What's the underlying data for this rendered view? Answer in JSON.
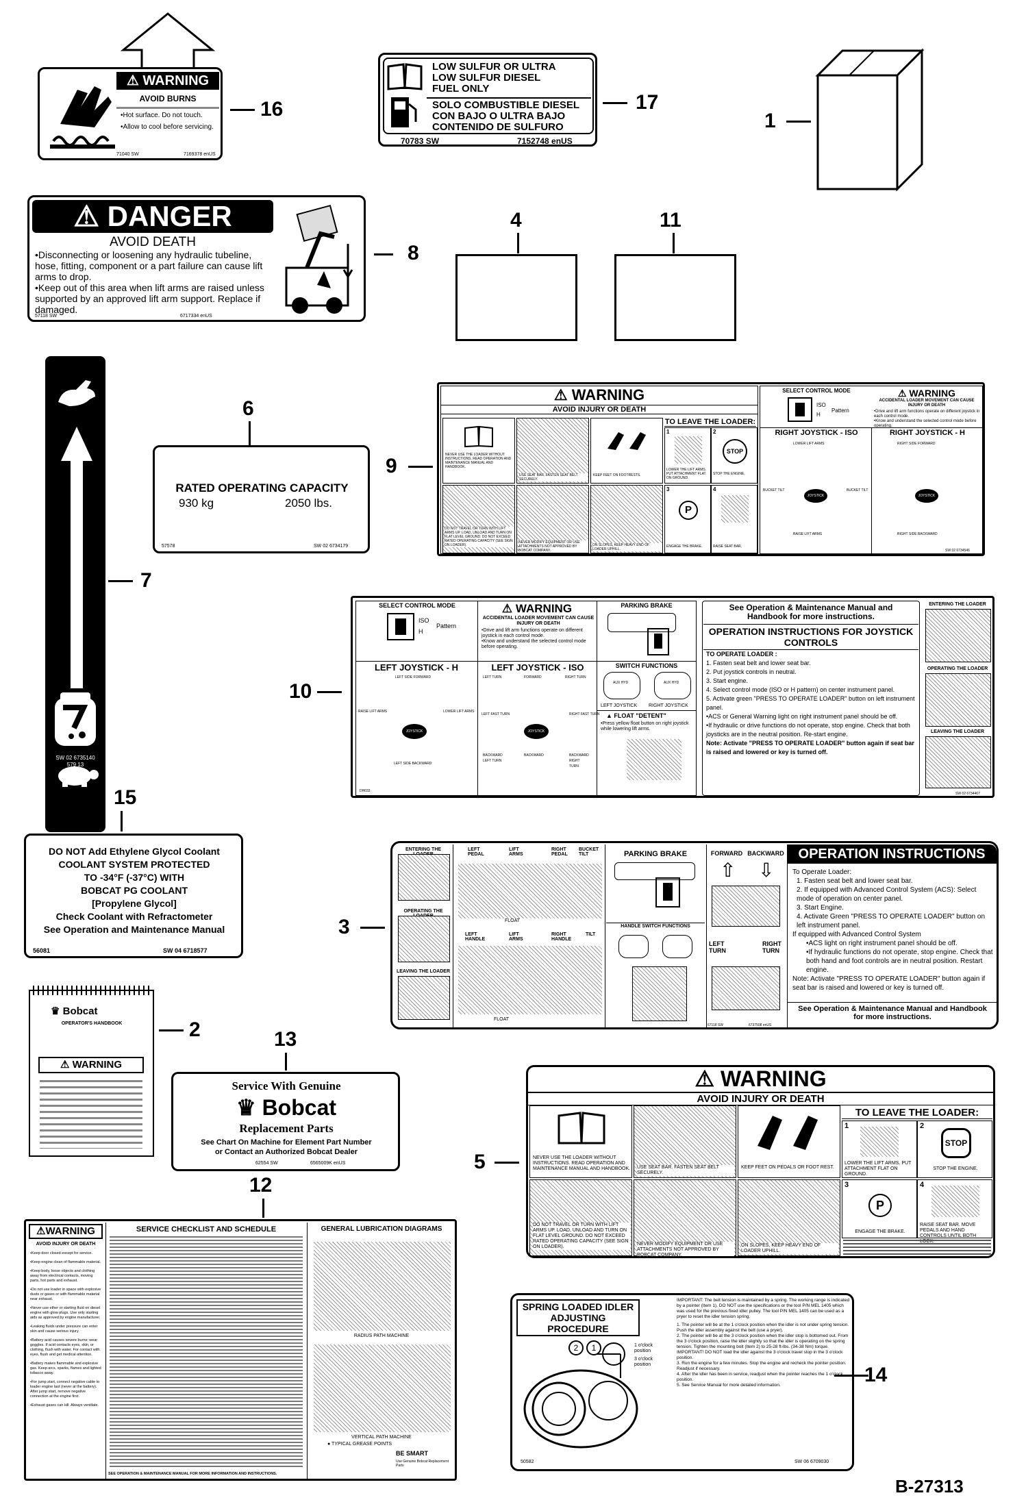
{
  "callouts": {
    "c1": "1",
    "c2": "2",
    "c3": "3",
    "c4": "4",
    "c5": "5",
    "c6": "6",
    "c7": "7",
    "c8": "8",
    "c9": "9",
    "c10": "10",
    "c11": "11",
    "c12": "12",
    "c13": "13",
    "c14": "14",
    "c15": "15",
    "c16": "16",
    "c17": "17"
  },
  "d16": {
    "header": "WARNING",
    "sub": "AVOID BURNS",
    "l1": "Hot surface. Do not touch.",
    "l2": "Allow to cool before servicing.",
    "code_l": "71040 SW",
    "code_r": "7169378 enUS"
  },
  "d17": {
    "en1": "LOW SULFUR OR ULTRA",
    "en2": "LOW SULFUR DIESEL",
    "en3": "FUEL ONLY",
    "es1": "SOLO COMBUSTIBLE DIESEL",
    "es2": "CON BAJO O ULTRA BAJO",
    "es3": "CONTENIDO DE SULFURO",
    "code_l": "70783 SW",
    "code_r": "7152748 enUS",
    "pump": "D"
  },
  "d8": {
    "header": "DANGER",
    "sub": "AVOID DEATH",
    "b1": "Disconnecting or loosening any hydraulic tubeline, hose, fitting, component or a part failure can cause lift arms to drop.",
    "b2": "Keep out of this area when lift arms are raised unless supported by an approved lift arm support. Replace if damaged.",
    "code_l": "57118 SW",
    "code_r": "6717334 enUS"
  },
  "d6": {
    "title": "RATED OPERATING CAPACITY",
    "kg": "930 kg",
    "lbs": "2050 lbs.",
    "code_l": "57578",
    "code_r": "SW 02 6734179"
  },
  "d7": {
    "code1": "SW 02  6735140",
    "code2": "579 13"
  },
  "d9": {
    "header": "WARNING",
    "sub": "AVOID INJURY OR DEATH",
    "leave": "TO LEAVE THE LOADER:",
    "t1": "NEVER USE THE LOADER WITHOUT INSTRUCTIONS. READ OPERATION AND MAINTENANCE MANUAL AND HANDBOOK.",
    "t2": "USE SEAT BAR. FASTEN SEAT BELT SECURELY.",
    "t3": "KEEP FEET ON FOOTRESTS.",
    "t4": "LOWER THE LIFT ARMS. PUT ATTACHMENT FLAT ON GROUND.",
    "t5": "STOP THE ENGINE.",
    "t6": "DO NOT TRAVEL OR TURN WITH LIFT ARMS UP. LOAD, UNLOAD AND TURN ON FLAT LEVEL GROUND. DO NOT EXCEED RATED OPERATING CAPACITY (SEE SIGN ON LOADER).",
    "t7": "NEVER MODIFY EQUIPMENT OR USE ATTACHMENTS NOT APPROVED BY BOBCAT COMPANY.",
    "t8": "ON SLOPES, KEEP HEAVY END OF LOADER UPHILL.",
    "t9": "ENGAGE THE BRAKE.",
    "t10": "RAISE SEAT BAR.",
    "stop": "STOP",
    "n1": "1",
    "n2": "2",
    "n3": "3",
    "n4": "4",
    "park": "P",
    "mode": "SELECT CONTROL MODE",
    "header2": "WARNING",
    "warn2": "ACCIDENTAL LOADER MOVEMENT CAN CAUSE INJURY OR DEATH",
    "w2b1": "Drive and lift arm functions operate on different joystick in each control mode.",
    "w2b2": "Know and understand the selected control mode before operating.",
    "iso": "ISO",
    "h": "H",
    "pattern": "Pattern",
    "rj_iso": "RIGHT JOYSTICK - ISO",
    "rj_h": "RIGHT JOYSTICK - H",
    "lower": "LOWER LIFT ARMS",
    "raise": "RAISE LIFT ARMS",
    "btl": "BUCKET TILT",
    "btr": "BUCKET TILT",
    "joy": "JOYSTICK",
    "rsf": "RIGHT SIDE FORWARD",
    "rsb": "RIGHT SIDE BACKWARD",
    "code_r": "SW 02 6734546"
  },
  "d10": {
    "mode": "SELECT CONTROL MODE",
    "iso": "ISO",
    "h": "H",
    "pattern": "Pattern",
    "header": "WARNING",
    "warn": "ACCIDENTAL LOADER MOVEMENT CAN CAUSE INJURY OR DEATH",
    "wb1": "Drive and lift arm functions operate on different joystick in each control mode.",
    "wb2": "Know and understand the selected control mode before operating.",
    "park": "PARKING BRAKE",
    "lj_h": "LEFT JOYSTICK - H",
    "lj_iso": "LEFT JOYSTICK - ISO",
    "switch": "SWITCH FUNCTIONS",
    "lsf": "LEFT SIDE FORWARD",
    "lsb": "LEFT SIDE BACKWARD",
    "raise": "RAISE LIFT ARMS",
    "lower": "LOWER LIFT ARMS",
    "joy": "JOYSTICK",
    "lturn": "LEFT TURN",
    "rturn": "RIGHT TURN",
    "forward": "FORWARD",
    "backward": "BACKWARD",
    "lft": "LEFT FAST TURN",
    "rft": "RIGHT FAST TURN",
    "blt": "BACKWARD LEFT TURN",
    "brt": "BACKWARD RIGHT TURN",
    "ljoy": "LEFT JOYSTICK",
    "rjoy": "RIGHT JOYSTICK",
    "aux1": "AUX HYD",
    "aux2": "AUX HYD",
    "float": "FLOAT \"DETENT\"",
    "float_b": "Press yellow float button on right joystick while lowering lift arms.",
    "see": "See Operation & Maintenance Manual and Handbook for more instructions.",
    "op_title": "OPERATION INSTRUCTIONS FOR JOYSTICK CONTROLS",
    "to_op": "TO OPERATE LOADER :",
    "s1": "1. Fasten seat belt and lower seat bar.",
    "s2": "2. Put joystick controls in neutral.",
    "s3": "3. Start engine.",
    "s4": "4. Select control mode (ISO or H pattern) on center instrument panel.",
    "s5": "5. Activate green \"PRESS TO OPERATE LOADER\" button on left instrument panel.",
    "bl1": "ACS or General Warning light on right instrument panel should be off.",
    "bl2": "If hydraulic or drive functions do not operate, stop engine. Check that both joysticks are in the neutral position. Re-start engine.",
    "note": "Note: Activate \"PRESS TO OPERATE LOADER\" button again if seat bar is raised and lowered or key is turned off.",
    "enter": "ENTERING THE LOADER",
    "operating": "OPERATING THE LOADER",
    "leaving": "LEAVING THE LOADER",
    "code_l": "DH033",
    "code_r": "SW 02 6734467"
  },
  "d15": {
    "l1": "DO NOT Add Ethylene Glycol Coolant",
    "l2": "COOLANT SYSTEM PROTECTED",
    "l3": "TO -34°F (-37°C) WITH",
    "l4": "BOBCAT PG COOLANT",
    "l5": "[Propylene Glycol]",
    "l6": "Check Coolant with Refractometer",
    "l7": "See Operation and Maintenance Manual",
    "code_l": "56081",
    "code_r": "SW 04 6718577"
  },
  "d3": {
    "enter": "ENTERING THE LOADER",
    "operating": "OPERATING THE LOADER",
    "leaving": "LEAVING THE LOADER",
    "lp": "LEFT PEDAL",
    "la": "LIFT ARMS",
    "rp": "RIGHT PEDAL",
    "bt": "BUCKET TILT",
    "float1": "FLOAT",
    "lh": "LEFT HANDLE",
    "la2": "LIFT ARMS",
    "rh": "RIGHT HANDLE",
    "tilt": "TILT",
    "float2": "FLOAT",
    "park": "PARKING BRAKE",
    "hsf": "HANDLE SWITCH FUNCTIONS",
    "forward": "FORWARD",
    "backward": "BACKWARD",
    "lturn": "LEFT TURN",
    "rturn": "RIGHT TURN",
    "title": "OPERATION INSTRUCTIONS",
    "to_op": "To Operate Loader:",
    "s1": "1. Fasten seat belt and lower seat bar.",
    "s2": "2. If equipped with Advanced Control System (ACS): Select mode of operation on center panel.",
    "s3": "3. Start Engine.",
    "s4": "4. Activate Green \"PRESS TO OPERATE LOADER\" button on left instrument panel.",
    "acs": "If equipped with Advanced Control System",
    "b1": "ACS light on right instrument panel should be off.",
    "b2": "If hydraulic functions do not operate, stop engine. Check that both hand and foot controls are in neutral position. Restart engine.",
    "note": "Note: Activate \"PRESS TO OPERATE LOADER\" button again if seat bar is raised and lowered or key is turned off.",
    "see": "See Operation & Maintenance Manual and Handbook for more instructions.",
    "code_l": "67118 SW",
    "code_r": "6737508 enUS"
  },
  "d2": {
    "brand": "Bobcat",
    "title": "OPERATOR'S HANDBOOK",
    "warning": "WARNING"
  },
  "d13": {
    "l1": "Service With Genuine",
    "brand": "Bobcat",
    "l2": "Replacement Parts",
    "l3": "See Chart On Machine for Element Part Number",
    "l4": "or Contact an Authorized Bobcat Dealer",
    "code_l": "62554 SW",
    "code_r": "6565009K enUS"
  },
  "d5": {
    "header": "WARNING",
    "sub": "AVOID INJURY OR DEATH",
    "leave": "TO LEAVE THE LOADER:",
    "t1": "NEVER USE THE LOADER WITHOUT INSTRUCTIONS. READ OPERATION AND MAINTENANCE MANUAL AND HANDBOOK.",
    "t2": "USE SEAT BAR. FASTEN SEAT BELT SECURELY.",
    "t3": "KEEP FEET ON PEDALS OR FOOT REST.",
    "t4": "LOWER THE LIFT ARMS. PUT ATTACHMENT FLAT ON GROUND.",
    "t5": "STOP THE ENGINE.",
    "t6": "DO NOT TRAVEL OR TURN WITH LIFT ARMS UP. LOAD, UNLOAD AND TURN ON FLAT LEVEL GROUND. DO NOT EXCEED RATED OPERATING CAPACITY (SEE SIGN ON LOADER).",
    "t7": "NEVER MODIFY EQUIPMENT OR USE ATTACHMENTS NOT APPROVED BY BOBCAT COMPANY.",
    "t8": "ON SLOPES, KEEP HEAVY END OF LOADER UPHILL.",
    "t9": "ENGAGE THE BRAKE.",
    "t10": "RAISE SEAT BAR. MOVE PEDALS AND HAND CONTROLS UNTIL BOTH LOCK.",
    "stop": "STOP",
    "n1": "1",
    "n2": "2",
    "n3": "3",
    "n4": "4",
    "park": "P"
  },
  "d12": {
    "header": "WARNING",
    "sub": "AVOID INJURY OR DEATH",
    "left": [
      "Keep door closed except for service.",
      "Keep engine clean of flammable material.",
      "Keep body, loose objects and clothing away from electrical contacts, moving parts, hot parts and exhaust.",
      "Do not use loader in space with explosive dusts or gases or with flammable material near exhaust.",
      "Never use ether or starting fluid on diesel engine with glow plugs. Use only starting aids as approved by engine manufacturer.",
      "Leaking fluids under pressure can enter skin and cause serious injury.",
      "Battery acid causes severe burns; wear goggles. If acid contacts eyes, skin, or clothing, flush with water. For contact with eyes, flush and get medical attention.",
      "Battery makes flammable and explosive gas. Keep arcs, sparks, flames and lighted tobacco away.",
      "For jump start, connect negative cable to loader engine last (never at the battery). After jump start, remove negative connection at the engine first.",
      "Exhaust gases can kill. Always ventilate."
    ],
    "checklist": "SERVICE CHECKLIST AND SCHEDULE",
    "lube": "GENERAL LUBRICATION DIAGRAMS",
    "radius": "RADIUS PATH MACHINE",
    "vertical": "VERTICAL PATH MACHINE",
    "grease": "TYPICAL GREASE POINTS",
    "smart": "BE SMART",
    "smart2": "Use Genuine Bobcat Replacement Parts",
    "footer": "SEE OPERATION & MAINTENANCE MANUAL FOR MORE INFORMATION AND INSTRUCTIONS."
  },
  "d14": {
    "title1": "SPRING LOADED IDLER",
    "title2": "ADJUSTING PROCEDURE",
    "p1": "1 o'clock position",
    "p3": "3 o'clock position",
    "c1": "1",
    "c2": "2",
    "important": "IMPORTANT: The belt tension is maintained by a spring. The working range is indicated by a pointer (Item 1). DO NOT use the specifications or the tool P/N MEL 1405 which was used for the previous fixed idler pulley. The tool P/N MEL 1405 can be used as a pryer to reset the idler tension spring.",
    "s1": "1. The pointer will be at the 1 o'clock position when the idler is not under spring tension. Push the idler assembly against the belt (use a pryer).",
    "s2": "2. The pointer will be at the 3 o'clock position when the idler stop is bottomed out. From the 3 o'clock position, raise the idler slightly so that the idler is operating on the spring tension. Tighten the mounting bolt (Item 2) to 25-28 ft-lbs. (34-38 Nm) torque. IMPORTANT! DO NOT load the idler against the 3 o'clock travel stop in the 3 o'clock position.",
    "s3": "3. Run the engine for a few minutes. Stop the engine and recheck the pointer position. Readjust if necessary.",
    "s4": "4. After the idler has been in service, readjust when the pointer reaches the 1 o'clock position.",
    "s5": "5. See Service Manual for more detailed information.",
    "code_l": "50582",
    "code_r": "SW 06  6709030"
  },
  "figure_id": "B-27313"
}
